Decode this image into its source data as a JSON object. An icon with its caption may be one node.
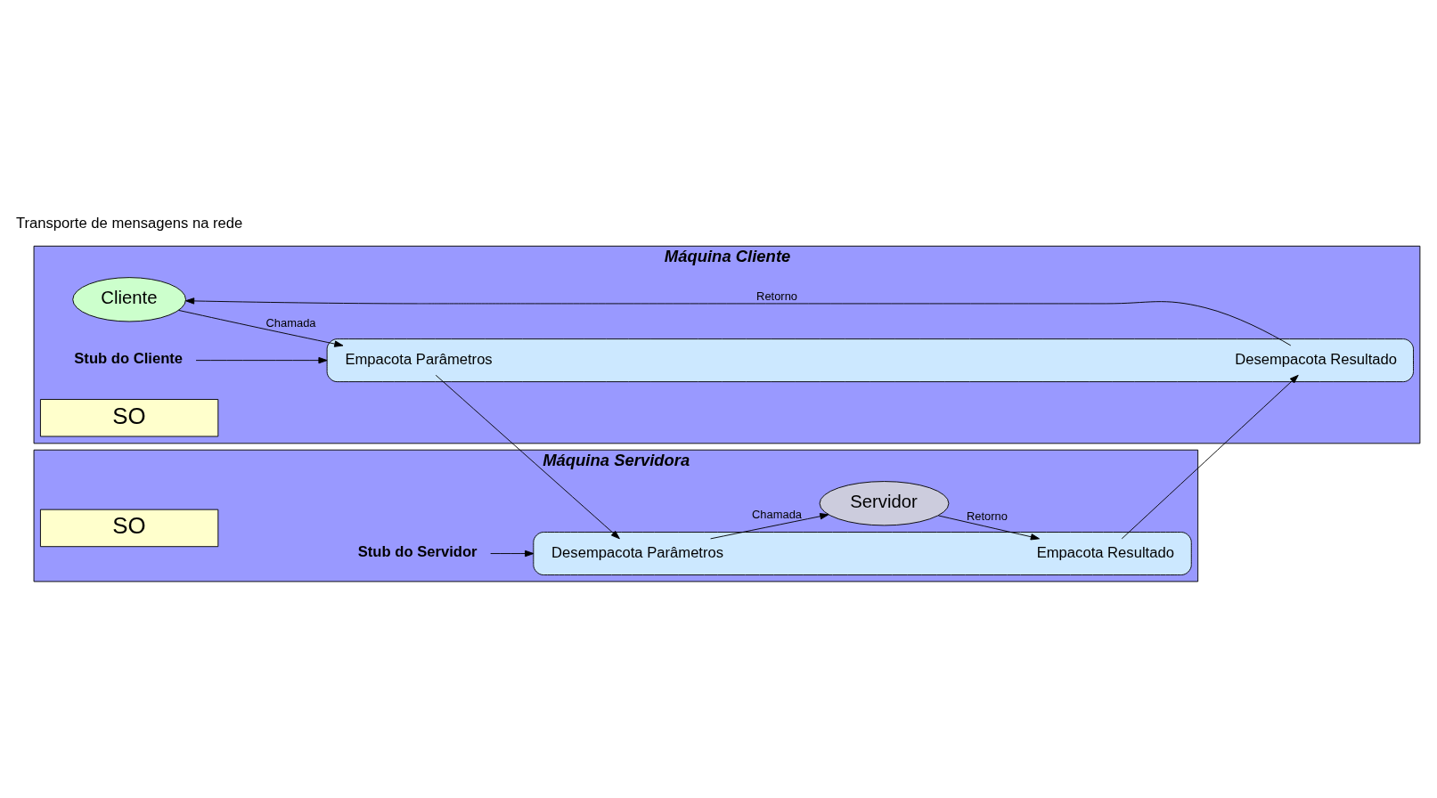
{
  "diagram": {
    "nodes": [
      {
        "text": [
          "Máquina Cliente"
        ]
      },
      {
        "text": [
          "Cliente"
        ],
        "in": 0
      },
      {
        "text": [],
        "shape": "box",
        "in": 0
      },
      {
        "text": [
          "Empacota Parâmetros"
        ],
        "in": 2
      },
      {
        "text": [
          "Desempacota Resultado"
        ],
        "in": 2
      },
      {
        "text": [
          "Stub do Cliente"
        ],
        "in": 0
      },
      {
        "text": [
          "SO"
        ],
        "in": 0
      },
      {
        "text": [
          "Máquina Servidora"
        ]
      },
      {
        "text": [],
        "shape": "box",
        "in": 7
      },
      {
        "text": [
          "Desempacota Parâmetros"
        ],
        "in": 8
      },
      {
        "text": [
          "Empacota Resultado"
        ],
        "in": 8
      },
      {
        "text": [
          "Servidor"
        ],
        "in": 7
      },
      {
        "text": [
          "Stub do Servidor"
        ],
        "in": 7
      },
      {
        "text": [
          "SO"
        ],
        "in": 7
      }
    ],
    "edges": [
      {
        "from": 1,
        "to": 3,
        "arrow": "to",
        "label": "Chamada"
      },
      {
        "from": 4,
        "to": 1,
        "arrow": "to",
        "label": "Retorno"
      },
      {
        "from": 3,
        "to": 9,
        "arrow": "to"
      },
      {
        "from": 9,
        "to": 11,
        "arrow": "to",
        "label": "Chamada"
      },
      {
        "from": 11,
        "to": 10,
        "arrow": "to",
        "label": "Retorno"
      },
      {
        "from": 10,
        "to": 4,
        "arrow": "to"
      },
      {
        "from": 5,
        "to": 2,
        "arrow": "to"
      },
      {
        "from": 12,
        "to": 8,
        "arrow": "to"
      }
    ],
    "labels": [
      "Transporte de mensagens na rede"
    ]
  }
}
